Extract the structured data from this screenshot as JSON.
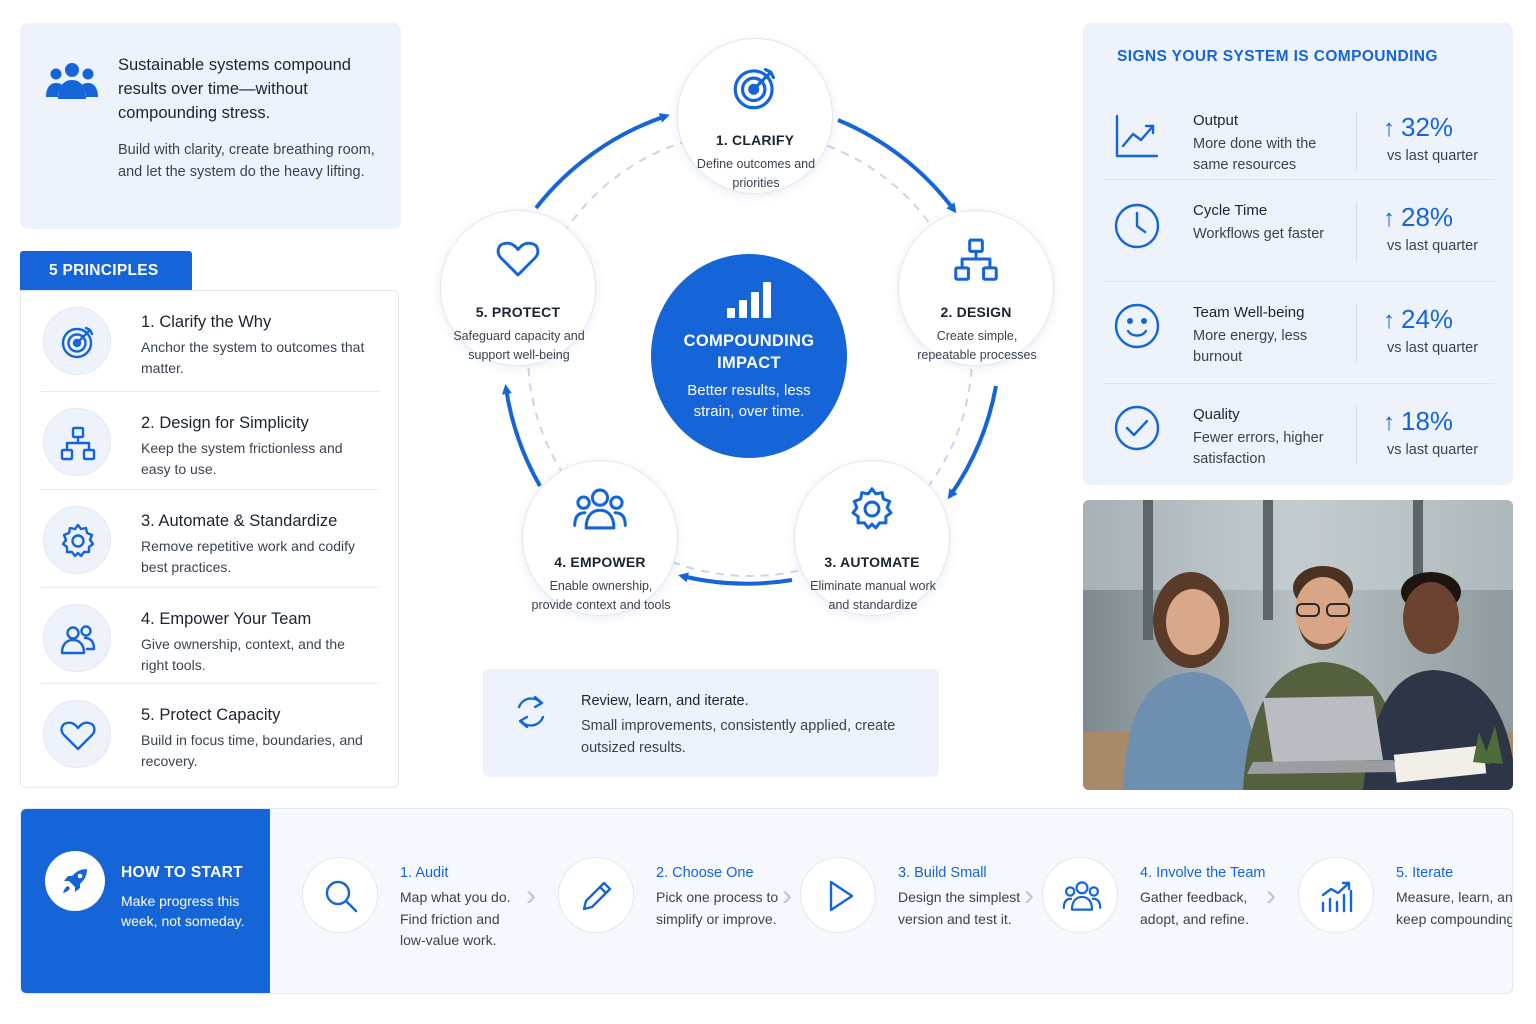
{
  "intro": {
    "headline": "Sustainable systems compound results over time—without compounding stress.",
    "body": "Build with clarity, create breathing room, and let the system do the heavy lifting.",
    "icon": "team-icon"
  },
  "principles": {
    "tab_label": "5 PRINCIPLES",
    "items": [
      {
        "title": "1.  Clarify the Why",
        "desc": "Anchor the system to outcomes that matter.",
        "icon": "target-icon"
      },
      {
        "title": "2.  Design for Simplicity",
        "desc": "Keep the system frictionless and easy to use.",
        "icon": "hierarchy-icon"
      },
      {
        "title": "3.  Automate & Standardize",
        "desc": "Remove repetitive work and codify best practices.",
        "icon": "gear-icon"
      },
      {
        "title": "4.  Empower Your Team",
        "desc": "Give ownership, context, and the right tools.",
        "icon": "people-icon"
      },
      {
        "title": "5.  Protect Capacity",
        "desc": "Build in focus time, boundaries, and recovery.",
        "icon": "heart-icon"
      }
    ]
  },
  "cycle": {
    "center_title": "COMPOUNDING IMPACT",
    "center_desc": "Better results, less strain, over time.",
    "nodes": [
      {
        "title": "1. CLARIFY",
        "desc": "Define outcomes and priorities",
        "icon": "target-icon"
      },
      {
        "title": "2. DESIGN",
        "desc": "Create simple, repeatable processes",
        "icon": "hierarchy-icon"
      },
      {
        "title": "3. AUTOMATE",
        "desc": "Eliminate manual work and standardize",
        "icon": "gear-icon"
      },
      {
        "title": "4. EMPOWER",
        "desc": "Enable ownership, provide context and tools",
        "icon": "people-icon"
      },
      {
        "title": "5. PROTECT",
        "desc": "Safeguard capacity and support well-being",
        "icon": "heart-icon"
      }
    ]
  },
  "review": {
    "title": "Review, learn, and iterate.",
    "desc": "Small improvements, consistently applied, create outsized results.",
    "icon": "refresh-icon"
  },
  "signs": {
    "title": "SIGNS YOUR SYSTEM IS COMPOUNDING",
    "items": [
      {
        "label": "Output",
        "desc": "More done with the same resources",
        "value": "32%",
        "sub": "vs last quarter",
        "icon": "trend-chart-icon"
      },
      {
        "label": "Cycle Time",
        "desc": "Workflows get faster",
        "value": "28%",
        "sub": "vs last quarter",
        "icon": "clock-icon"
      },
      {
        "label": "Team Well-being",
        "desc": "More energy, less burnout",
        "value": "24%",
        "sub": "vs last quarter",
        "icon": "smiley-icon"
      },
      {
        "label": "Quality",
        "desc": "Fewer errors, higher satisfaction",
        "value": "18%",
        "sub": "vs last quarter",
        "icon": "check-circle-icon"
      }
    ]
  },
  "start": {
    "title": "HOW TO START",
    "desc": "Make progress this week, not someday.",
    "icon": "rocket-icon",
    "steps": [
      {
        "title": "1.  Audit",
        "desc": "Map what you do. Find friction and low-value work.",
        "icon": "search-icon"
      },
      {
        "title": "2.  Choose One",
        "desc": "Pick one process to simplify or improve.",
        "icon": "pencil-icon"
      },
      {
        "title": "3.  Build Small",
        "desc": "Design the simplest version and test it.",
        "icon": "play-icon"
      },
      {
        "title": "4.  Involve the Team",
        "desc": "Gather feedback, adopt, and refine.",
        "icon": "people-icon"
      },
      {
        "title": "5.  Iterate",
        "desc": "Measure, learn, and keep compounding.",
        "icon": "growth-chart-icon"
      }
    ]
  },
  "colors": {
    "accent": "#1565d8",
    "panel": "#eef3fb"
  }
}
